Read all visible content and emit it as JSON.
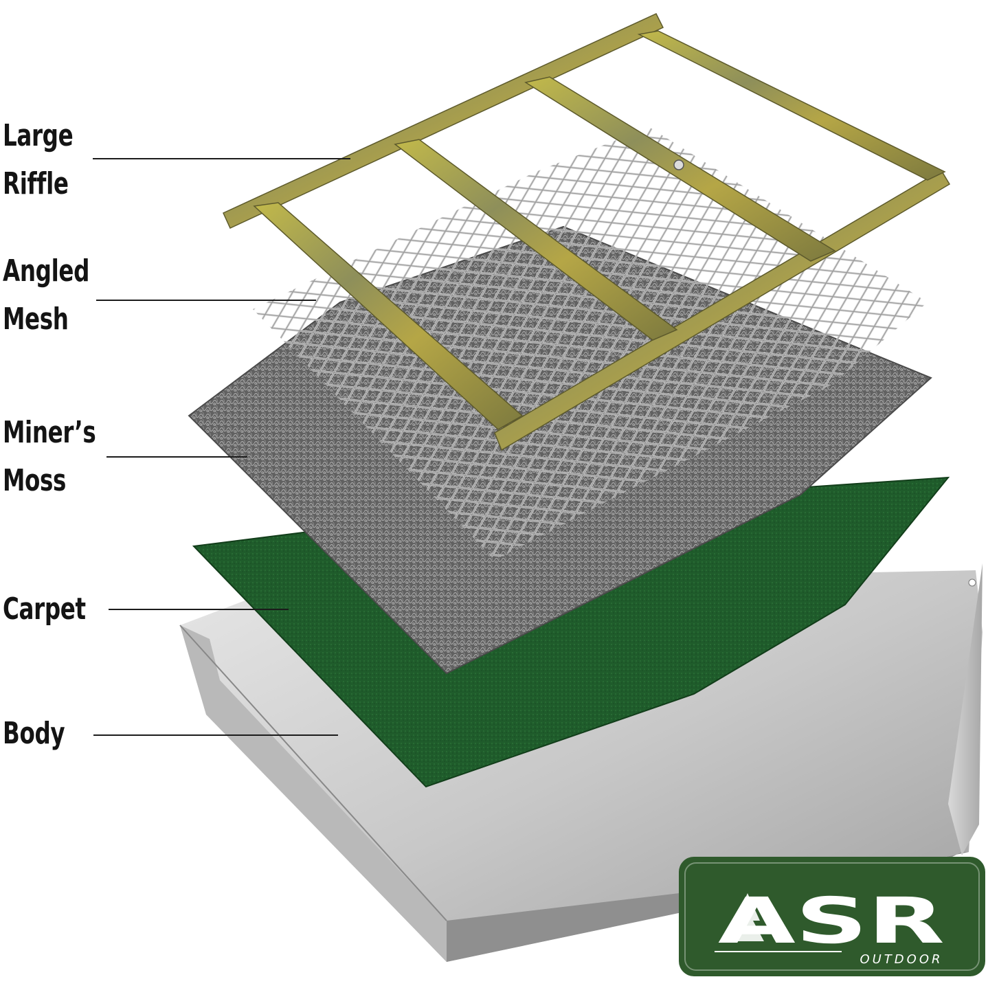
{
  "labels": {
    "large_riffle": {
      "line1": "Large",
      "line2": "Riffle"
    },
    "angled_mesh": {
      "line1": "Angled",
      "line2": "Mesh"
    },
    "miners_moss": {
      "line1": "Miner’s",
      "line2": "Moss"
    },
    "carpet": {
      "line1": "Carpet"
    },
    "body": {
      "line1": "Body"
    }
  },
  "logo": {
    "main": "ASR",
    "sub": "OUTDOOR"
  },
  "colors": {
    "riffle": "#a9a23c",
    "mesh": "#c9c9c9",
    "moss": "#6f6f6f",
    "carpet": "#1e5b2a",
    "body": "#c4c4c4",
    "logo_bg": "#2f5a2c",
    "label_text": "#141414"
  },
  "icons": {
    "logo_tree": "pine-tree-icon"
  }
}
